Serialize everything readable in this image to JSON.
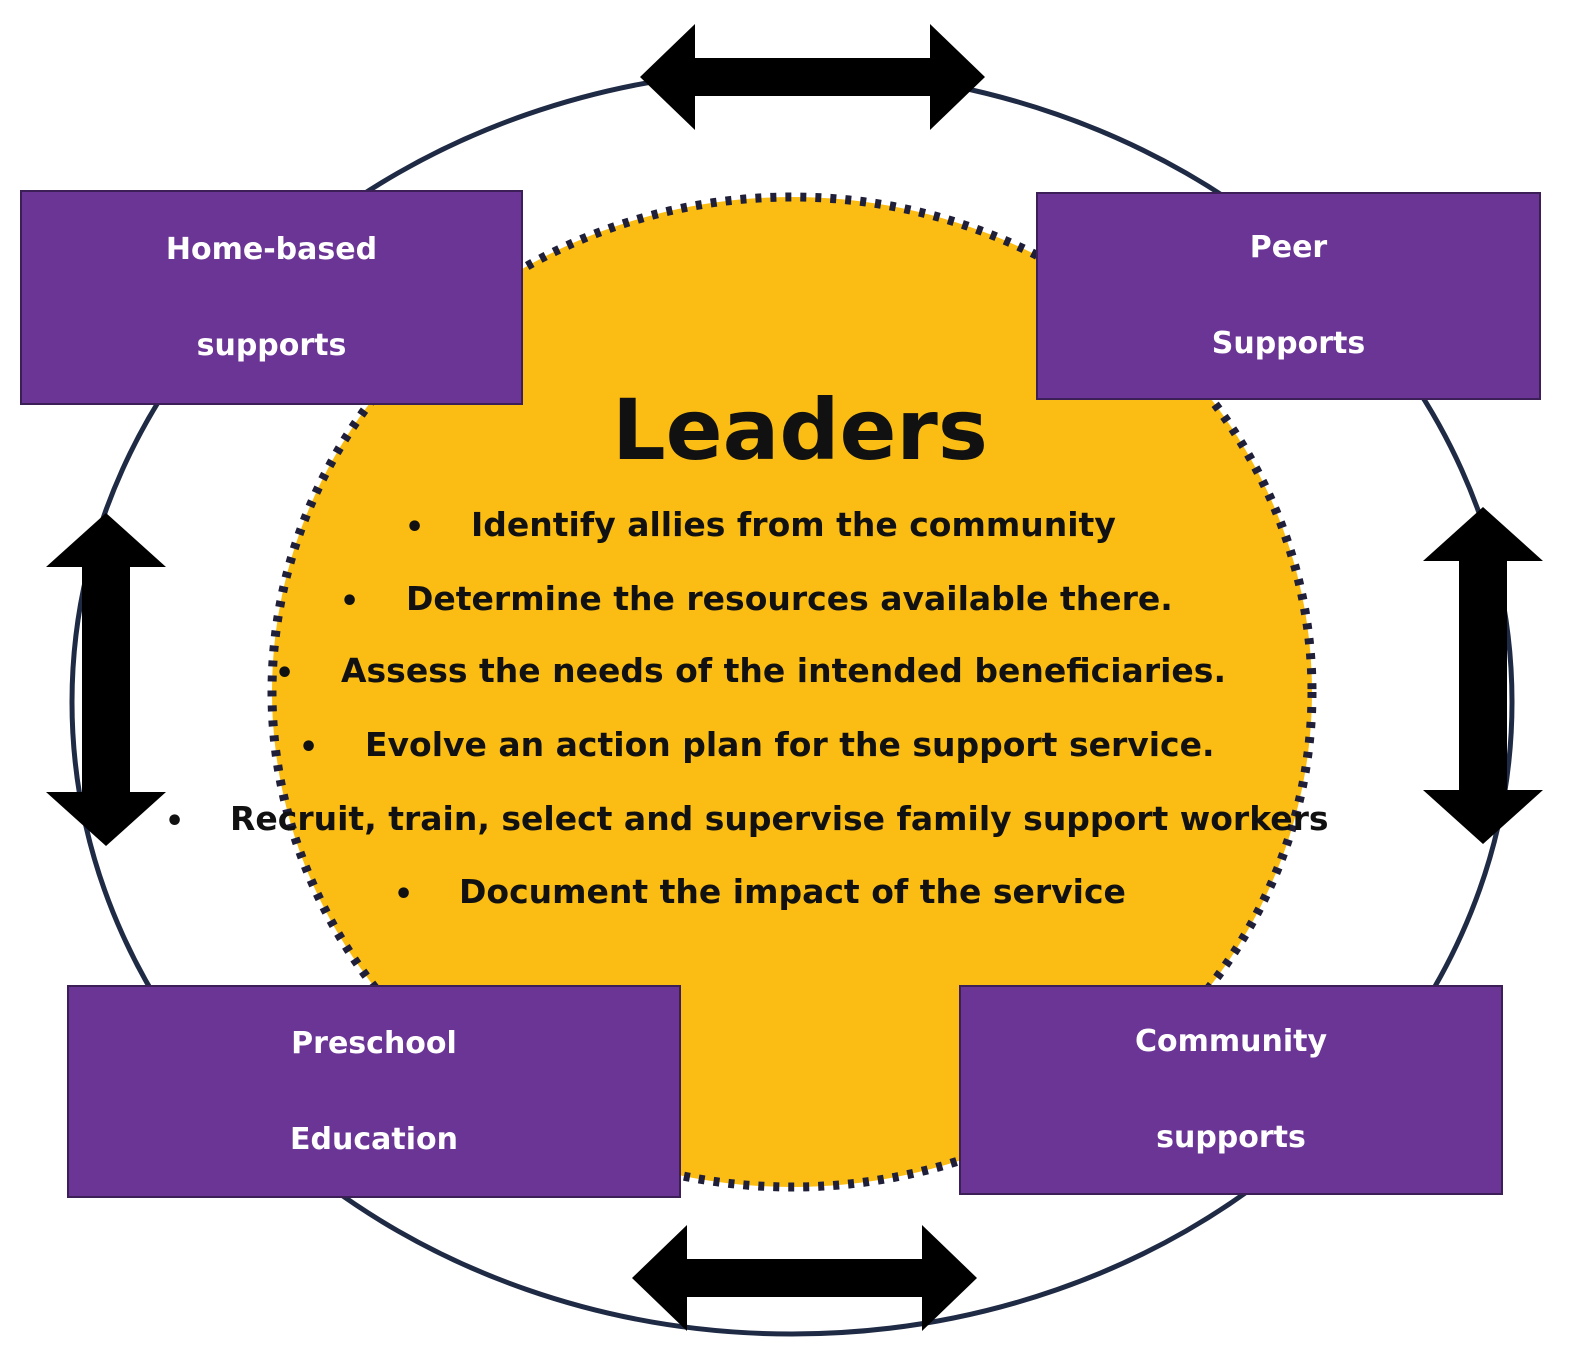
{
  "center": {
    "title": "Leaders",
    "bullets": [
      "Identify allies from the community",
      "Determine the resources available there.",
      "Assess the needs of the intended beneficiaries.",
      "Evolve an action plan for the support service.",
      "Recruit, train, select and supervise family support workers",
      "Document the impact of the service"
    ]
  },
  "boxes": {
    "home_based": [
      "Home-based",
      "supports"
    ],
    "peer": [
      "Peer",
      "Supports"
    ],
    "preschool": [
      "Preschool",
      "Education"
    ],
    "community": [
      "Community",
      "supports"
    ]
  },
  "bullet_symbol": "•",
  "colors": {
    "box_fill": "#6b3595",
    "center_fill": "#fbbd14",
    "ring_stroke": "#1f2a44",
    "arrow_fill": "#000000",
    "text_dark": "#111111",
    "text_light": "#ffffff"
  }
}
